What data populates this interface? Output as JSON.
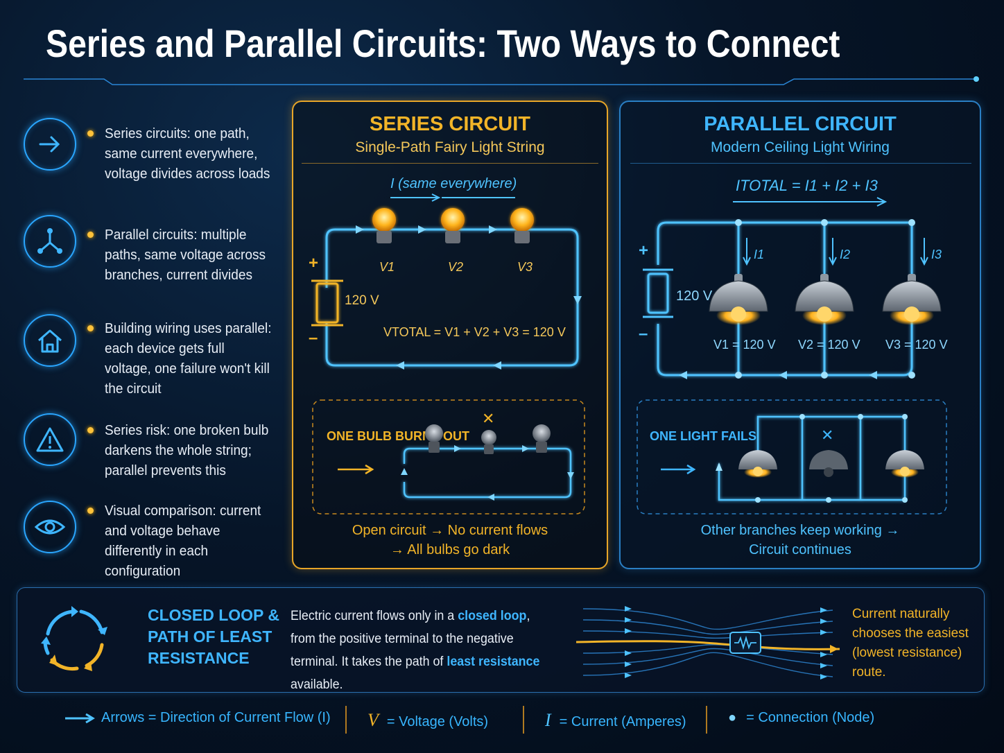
{
  "title": "Series and Parallel Circuits: Two Ways to Connect",
  "bullets": [
    {
      "icon": "arrow-right-icon",
      "text": "Series circuits: one path, same current everywhere, voltage divides across loads"
    },
    {
      "icon": "branch-icon",
      "text": "Parallel circuits: multiple paths, same voltage across branches, current divides"
    },
    {
      "icon": "house-icon",
      "text": "Building wiring uses parallel: each device gets full voltage, one failure won't kill the circuit"
    },
    {
      "icon": "warning-icon",
      "text": "Series risk: one broken bulb darkens the whole string; parallel prevents this"
    },
    {
      "icon": "eye-icon",
      "text": "Visual comparison: current and voltage behave differently in each configuration"
    }
  ],
  "series": {
    "title": "SERIES CIRCUIT",
    "subtitle": "Single-Path Fairy Light String",
    "current_label": "I (same everywhere)",
    "battery_voltage": "120 V",
    "plus": "+",
    "minus": "–",
    "bulb_labels": [
      "V1",
      "V2",
      "V3"
    ],
    "total_formula": "VTOTAL = V1 + V2 + V3 = 120 V",
    "failure_label": "ONE BULB BURNS OUT",
    "failure_mark": "✕",
    "caption": "Open circuit → No current flows → All bulbs go dark"
  },
  "parallel": {
    "title": "PARALLEL CIRCUIT",
    "subtitle": "Modern Ceiling Light Wiring",
    "total_formula": "ITOTAL = I1 + I2 + I3",
    "battery_voltage": "120 V",
    "plus": "+",
    "minus": "–",
    "branch_currents": [
      "I1",
      "I2",
      "I3"
    ],
    "lamp_labels": [
      "V1 = 120 V",
      "V2 = 120 V",
      "V3 = 120 V"
    ],
    "failure_label": "ONE LIGHT FAILS",
    "failure_mark": "✕",
    "caption": "Other branches keep working → Circuit continues"
  },
  "bottom": {
    "heading": "CLOSED LOOP & PATH OF LEAST RESISTANCE",
    "text_parts": [
      "Electric current flows only in a ",
      "closed loop",
      ", from the positive terminal to the negative terminal. It takes the path of ",
      "least resistance",
      " available."
    ],
    "side_note": "Current naturally chooses the easiest (lowest resistance) route."
  },
  "legend": [
    {
      "symbol": "→",
      "label": "Arrows = Direction of Current Flow (I)"
    },
    {
      "symbol": "V",
      "label": "= Voltage (Volts)"
    },
    {
      "symbol": "I",
      "label": "= Current (Amperes)"
    },
    {
      "symbol": "●",
      "label": "= Connection (Node)"
    }
  ],
  "colors": {
    "series_accent": "#f2b428",
    "parallel_accent": "#2aa6ff",
    "wire_blue": "#4fc3ff",
    "text": "#e8eef6"
  }
}
